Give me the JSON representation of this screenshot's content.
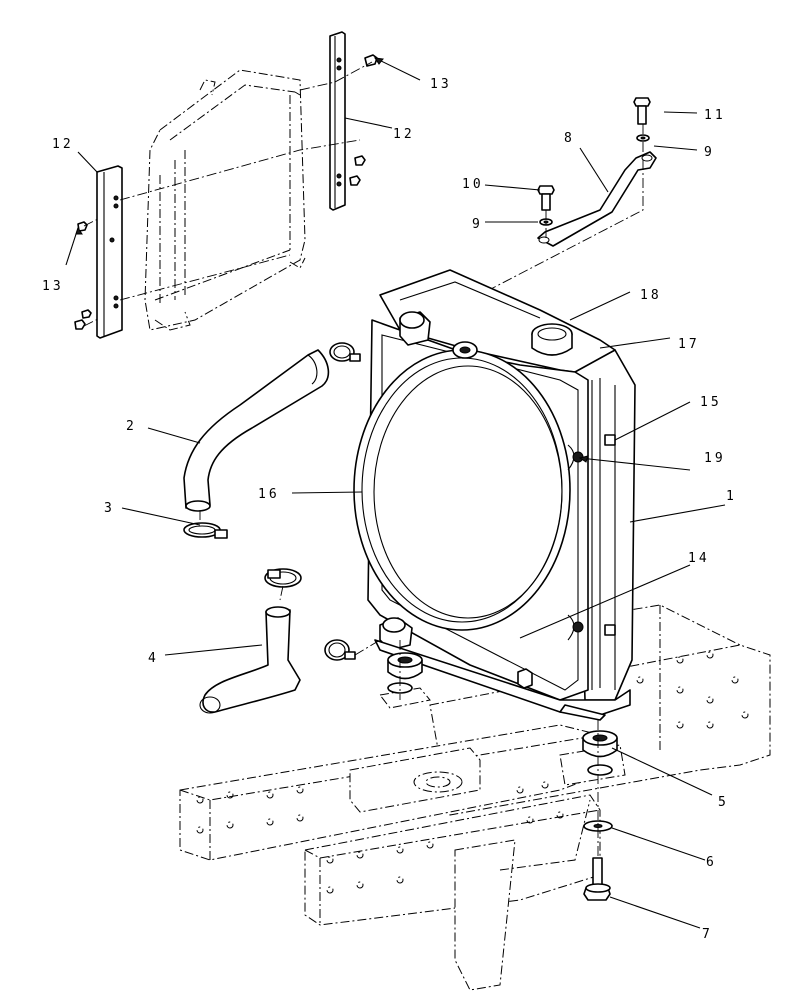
{
  "callouts": [
    {
      "id": "c1",
      "label": "1"
    },
    {
      "id": "c2",
      "label": "2"
    },
    {
      "id": "c3",
      "label": "3"
    },
    {
      "id": "c4",
      "label": "4"
    },
    {
      "id": "c5",
      "label": "5"
    },
    {
      "id": "c6",
      "label": "6"
    },
    {
      "id": "c7",
      "label": "7"
    },
    {
      "id": "c8",
      "label": "8"
    },
    {
      "id": "c9a",
      "label": "9"
    },
    {
      "id": "c9b",
      "label": "9"
    },
    {
      "id": "c10",
      "label": "10"
    },
    {
      "id": "c11",
      "label": "11"
    },
    {
      "id": "c12a",
      "label": "12"
    },
    {
      "id": "c12b",
      "label": "12"
    },
    {
      "id": "c13a",
      "label": "13"
    },
    {
      "id": "c13b",
      "label": "13"
    },
    {
      "id": "c14",
      "label": "14"
    },
    {
      "id": "c15",
      "label": "15"
    },
    {
      "id": "c16",
      "label": "16"
    },
    {
      "id": "c17",
      "label": "17"
    },
    {
      "id": "c18",
      "label": "18"
    },
    {
      "id": "c19",
      "label": "19"
    }
  ]
}
